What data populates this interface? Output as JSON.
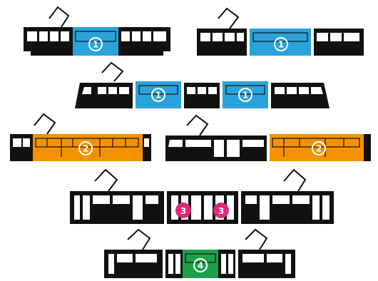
{
  "colors": {
    "black": "#111111",
    "white": "#ffffff",
    "class_1": "#2aa3dc",
    "class_2": "#f39200",
    "class_3": "#e0287a",
    "class_4": "#1ea04a"
  },
  "trams": [
    {
      "section_labels": [
        "1"
      ],
      "section_class": "class_1"
    },
    {
      "section_labels": [
        "1"
      ],
      "section_class": "class_1"
    },
    {
      "section_labels": [
        "1",
        "1"
      ],
      "section_class": "class_1"
    },
    {
      "section_labels": [
        "2"
      ],
      "section_class": "class_2"
    },
    {
      "section_labels": [
        "2"
      ],
      "section_class": "class_2"
    },
    {
      "section_labels": [
        "3",
        "3"
      ],
      "section_class": "class_3"
    },
    {
      "section_labels": [
        "4"
      ],
      "section_class": "class_4"
    }
  ]
}
